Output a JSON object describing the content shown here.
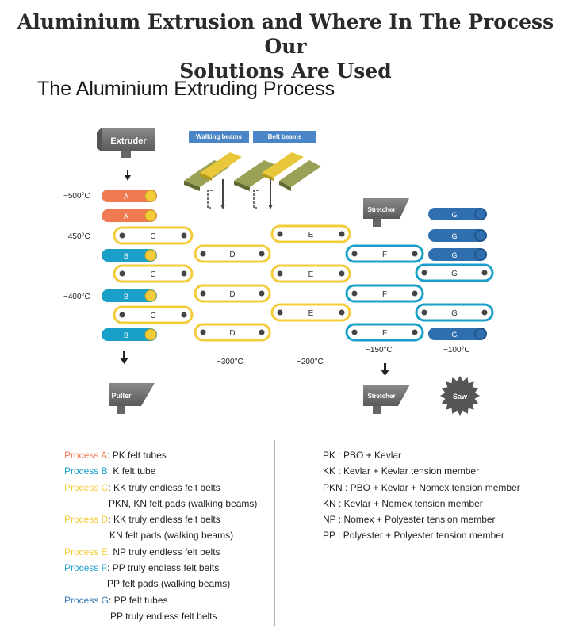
{
  "title_line1": "Aluminium Extrusion and Where In The Process Our",
  "title_line2": "Solutions Are Used",
  "subtitle": "The Aluminium Extruding Process",
  "diagram": {
    "extruder": "Extruder",
    "walking_beams": "Walking beams",
    "belt_beams": "Belt beams",
    "stretcher_top": "Stretcher",
    "puller": "Puller",
    "stretcher_bottom": "Stretcher",
    "saw": "Saw",
    "temp_500": "~500°C",
    "temp_450": "~450°C",
    "temp_400": "~400°C",
    "temp_300": "~300°C",
    "temp_200": "~200°C",
    "temp_150": "~150°C",
    "temp_100": "~100°C",
    "colors": {
      "orange": "#f07a52",
      "blue": "#1aa0c8",
      "yellow": "#f4cc3a",
      "teal": "#1aa0c8",
      "steelblue": "#2f6fb0",
      "gray": "#6d6d6d"
    },
    "col_a": [
      {
        "label": "A",
        "type": "tube-orange"
      },
      {
        "label": "A",
        "type": "tube-orange"
      }
    ],
    "col_bc": [
      {
        "label": "C",
        "type": "belt-yellow"
      },
      {
        "label": "B",
        "type": "tube-blue"
      },
      {
        "label": "C",
        "type": "belt-yellow"
      },
      {
        "label": "B",
        "type": "tube-blue"
      },
      {
        "label": "C",
        "type": "belt-yellow"
      },
      {
        "label": "B",
        "type": "tube-blue"
      }
    ],
    "col_d": [
      "D",
      "D",
      "D"
    ],
    "col_e": [
      "E",
      "E",
      "E"
    ],
    "col_f": [
      "F",
      "F",
      "F"
    ],
    "col_g_tubes": [
      "G",
      "G",
      "G"
    ],
    "col_g_belts": [
      "G",
      "G",
      "G"
    ]
  },
  "legend_left": [
    {
      "process": "Process A",
      "rest": ": PK felt tubes"
    },
    {
      "process": "Process B",
      "rest": ": K felt tube"
    },
    {
      "process": "Process C",
      "rest": ": KK truly endless felt belts"
    },
    {
      "process": "",
      "rest": "PKN, KN felt pads (walking beams)"
    },
    {
      "process": "Process D",
      "rest": ": KK truly endless felt belts"
    },
    {
      "process": "",
      "rest": "KN felt pads (walking beams)"
    },
    {
      "process": "Process E",
      "rest": ": NP truly endless felt belts"
    },
    {
      "process": "Process F",
      "rest": ": PP truly endless felt belts"
    },
    {
      "process": "",
      "rest": "PP felt pads (walking beams)"
    },
    {
      "process": "Process G",
      "rest": ": PP felt tubes"
    },
    {
      "process": "",
      "rest": "PP truly endless felt belts"
    }
  ],
  "legend_right": [
    "PK : PBO + Kevlar",
    "KK : Kevlar + Kevlar tension member",
    "PKN : PBO + Kevlar + Nomex tension member",
    "KN : Kevlar + Nomex tension member",
    "NP : Nomex + Polyester tension member",
    "PP : Polyester + Polyester tension member"
  ]
}
